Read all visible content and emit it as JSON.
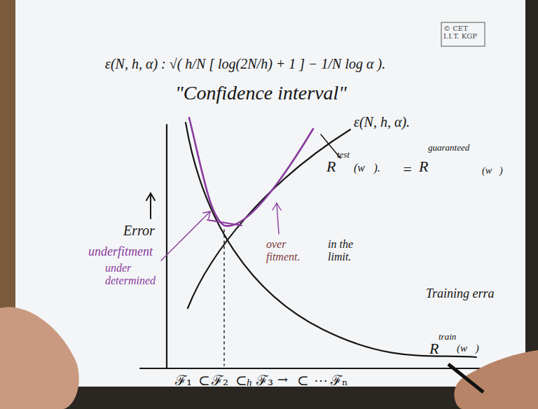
{
  "diagram": {
    "labels": [
      "© CET I.I.T. KGP",
      "ε(N, h, α) : √( h/N [ log(2N/h) + 1 ] − 1/N log α ).",
      "\"Confidence interval\"",
      "ε(N, h, α).",
      "R",
      "test",
      "(w⃗).",
      "=",
      "R",
      "guaranteed",
      "(w⃗)",
      "Error",
      "underfitment",
      "under determined",
      "over fitment.",
      "in the limit.",
      "Training erra",
      "R",
      "train",
      "(w⃗)",
      "ℱ₁",
      "⊂",
      "ℱ₂",
      "⊂",
      "h",
      "ℱ₃",
      "→",
      "⊂",
      "⋯",
      "ℱₙ"
    ]
  }
}
